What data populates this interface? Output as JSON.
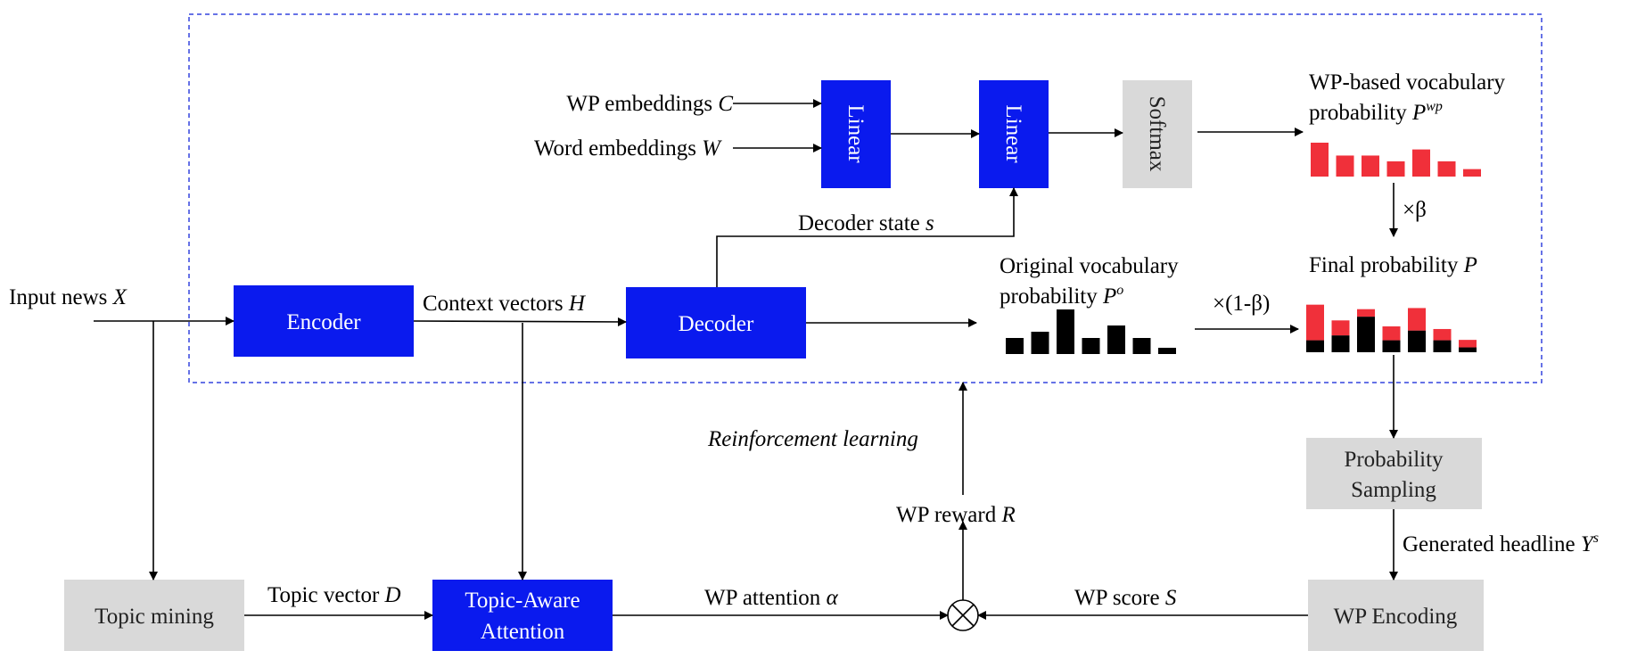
{
  "colors": {
    "blue_box": "#0a1aee",
    "gray_box": "#d9d9d9",
    "red_bar": "#f0303a",
    "black_bar": "#000000",
    "dashed_frame": "#3344dd"
  },
  "boxes": {
    "linear1": "Linear",
    "linear2": "Linear",
    "softmax": "Softmax",
    "encoder": "Encoder",
    "decoder": "Decoder",
    "topic_mining": "Topic mining",
    "topic_aware_attention_line1": "Topic-Aware",
    "topic_aware_attention_line2": "Attention",
    "probability_sampling_line1": "Probability",
    "probability_sampling_line2": "Sampling",
    "wp_encoding": "WP Encoding"
  },
  "labels": {
    "wp_embeddings": {
      "text": "WP embeddings ",
      "var": "C"
    },
    "word_embeddings": {
      "text": "Word embeddings ",
      "var": "W"
    },
    "decoder_state": {
      "text": "Decoder state ",
      "var": "s"
    },
    "input_news": {
      "text": "Input news ",
      "var": "X"
    },
    "context_vectors": {
      "text": "Context vectors ",
      "var": "H"
    },
    "wp_vocab_line1": "WP-based vocabulary",
    "wp_vocab_line2": {
      "text": "probability ",
      "var": "P",
      "sup": "wp"
    },
    "orig_vocab_line1": "Original vocabulary",
    "orig_vocab_line2": {
      "text": "probability ",
      "var": "P",
      "sup": "o"
    },
    "final_prob": {
      "text": "Final probability ",
      "var": "P"
    },
    "times_beta": "×β",
    "times_one_minus_beta": "×(1-β)",
    "reinforcement_learning": "Reinforcement learning",
    "wp_reward": {
      "text": "WP reward ",
      "var": "R"
    },
    "generated_headline": {
      "text": "Generated headline ",
      "var": "Y",
      "sup": "s"
    },
    "topic_vector": {
      "text": "Topic vector ",
      "var": "D"
    },
    "wp_attention": {
      "text": "WP attention ",
      "var": "α"
    },
    "wp_score": {
      "text": "WP score ",
      "var": "S"
    }
  },
  "bars": {
    "wp_vocab_probability": [
      1.0,
      0.62,
      0.62,
      0.45,
      0.8,
      0.45,
      0.22
    ],
    "original_vocab_probability": [
      0.36,
      0.5,
      1.0,
      0.36,
      0.64,
      0.36,
      0.14
    ],
    "final_probability_black": [
      0.32,
      0.45,
      0.95,
      0.32,
      0.58,
      0.32,
      0.13
    ],
    "final_probability_red": [
      0.95,
      0.4,
      0.2,
      0.37,
      0.6,
      0.3,
      0.2
    ]
  }
}
